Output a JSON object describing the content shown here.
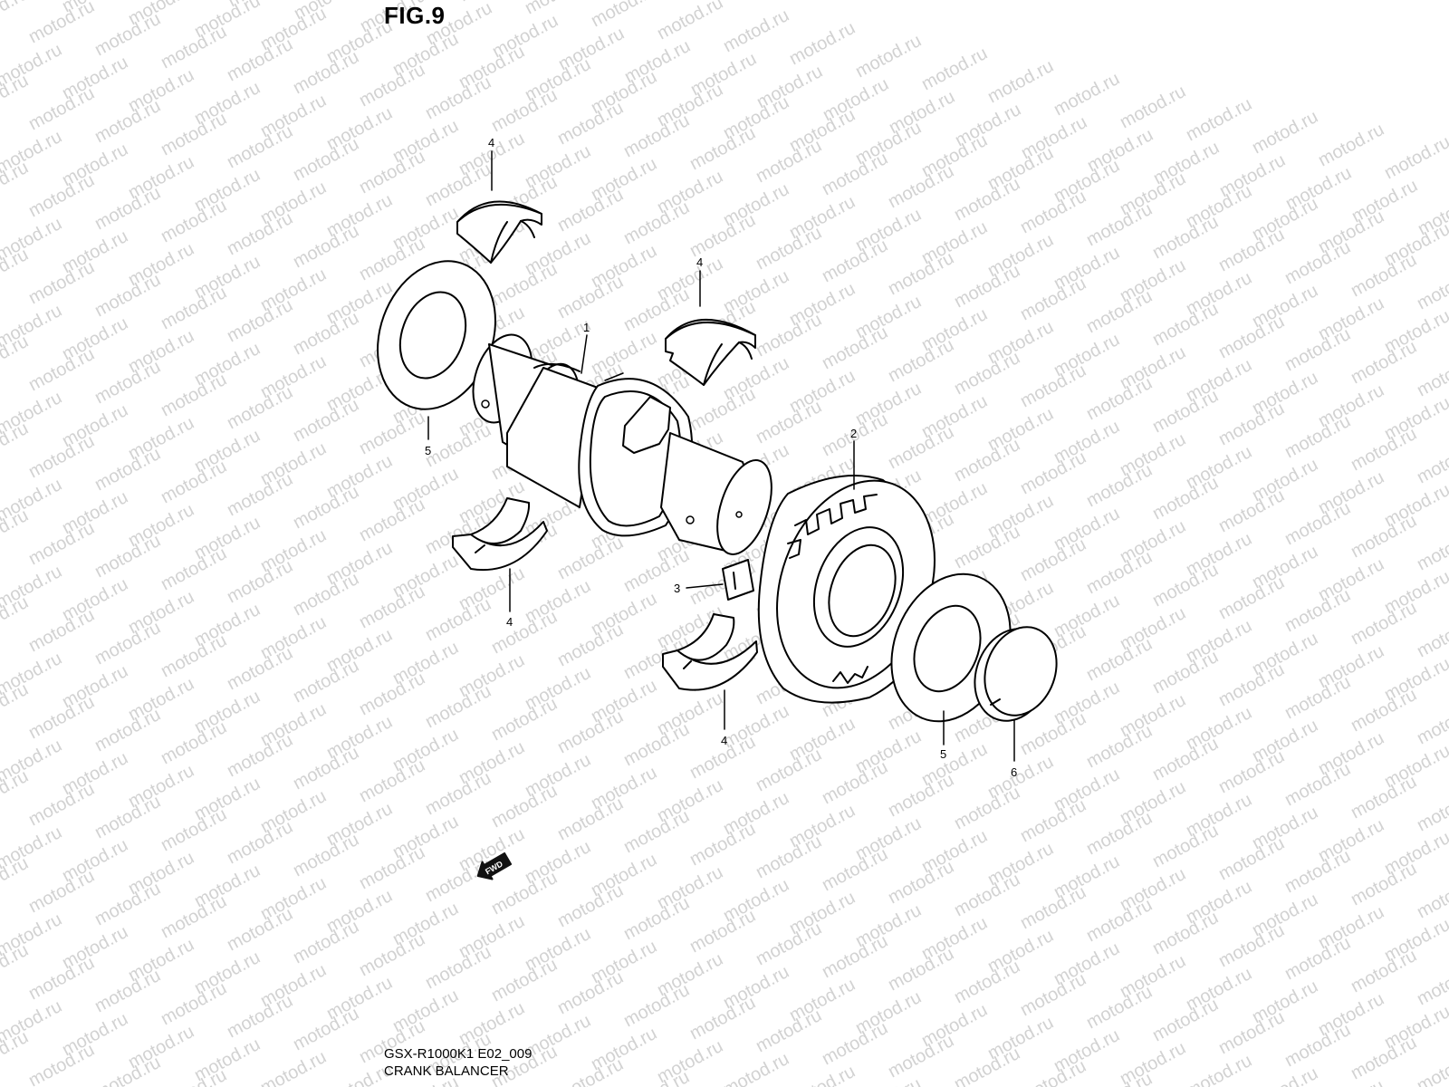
{
  "figure": {
    "label": "FIG.9",
    "code": "GSX-R1000K1 E02_009",
    "title": "CRANK BALANCER"
  },
  "watermark": {
    "text": "motod.ru",
    "color": "#d2d2d2"
  },
  "fwd_badge": {
    "text": "FWD"
  },
  "callouts": [
    {
      "ref": "1",
      "part": "balancer-shaft"
    },
    {
      "ref": "2",
      "part": "balancer-driven-gear"
    },
    {
      "ref": "3",
      "part": "key"
    },
    {
      "ref": "4",
      "part": "bearing-shell-upper-left"
    },
    {
      "ref": "4",
      "part": "bearing-shell-upper-right"
    },
    {
      "ref": "4",
      "part": "bearing-shell-lower-left"
    },
    {
      "ref": "4",
      "part": "bearing-shell-lower-right"
    },
    {
      "ref": "5",
      "part": "thrust-washer-left"
    },
    {
      "ref": "5",
      "part": "thrust-washer-right"
    },
    {
      "ref": "6",
      "part": "cap"
    }
  ]
}
